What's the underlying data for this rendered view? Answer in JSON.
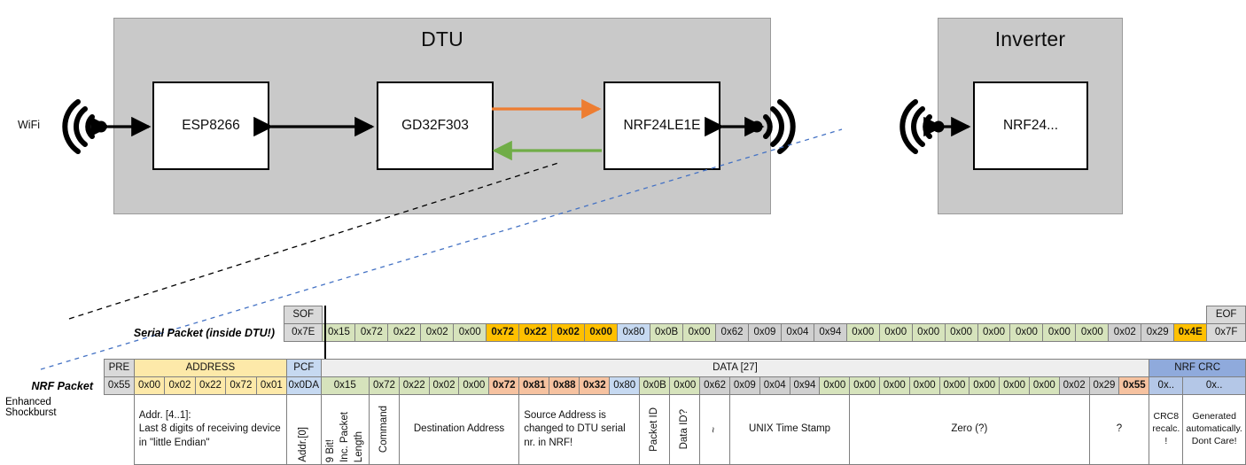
{
  "diagram": {
    "dtu": {
      "title": "DTU",
      "chips": [
        "ESP8266",
        "GD32F303",
        "NRF24LE1E"
      ],
      "wifi_label": "WiFi",
      "arrow_tx_color": "#ed7d31",
      "arrow_rx_color": "#70ad47"
    },
    "inverter": {
      "title": "Inverter",
      "chip": "NRF24..."
    }
  },
  "serial_packet": {
    "label": "Serial Packet (inside DTU!)",
    "headers": {
      "sof": "SOF",
      "eof": "EOF"
    },
    "sof_value": "0x7E",
    "eof_value": "0x7F",
    "bytes": [
      {
        "v": "0x15",
        "c": "green"
      },
      {
        "v": "0x72",
        "c": "green"
      },
      {
        "v": "0x22",
        "c": "green"
      },
      {
        "v": "0x02",
        "c": "green"
      },
      {
        "v": "0x00",
        "c": "green"
      },
      {
        "v": "0x72",
        "c": "amber"
      },
      {
        "v": "0x22",
        "c": "amber"
      },
      {
        "v": "0x02",
        "c": "amber"
      },
      {
        "v": "0x00",
        "c": "amber"
      },
      {
        "v": "0x80",
        "c": "blue"
      },
      {
        "v": "0x0B",
        "c": "green"
      },
      {
        "v": "0x00",
        "c": "green"
      },
      {
        "v": "0x62",
        "c": "gray"
      },
      {
        "v": "0x09",
        "c": "gray"
      },
      {
        "v": "0x04",
        "c": "gray"
      },
      {
        "v": "0x94",
        "c": "gray"
      },
      {
        "v": "0x00",
        "c": "green"
      },
      {
        "v": "0x00",
        "c": "green"
      },
      {
        "v": "0x00",
        "c": "green"
      },
      {
        "v": "0x00",
        "c": "green"
      },
      {
        "v": "0x00",
        "c": "green"
      },
      {
        "v": "0x00",
        "c": "green"
      },
      {
        "v": "0x00",
        "c": "green"
      },
      {
        "v": "0x00",
        "c": "green"
      },
      {
        "v": "0x02",
        "c": "gray"
      },
      {
        "v": "0x29",
        "c": "gray"
      },
      {
        "v": "0x4E",
        "c": "amber"
      }
    ]
  },
  "nrf_packet": {
    "label": "NRF Packet",
    "sublabel": "Enhanced Shockburst",
    "headers": {
      "pre": "PRE",
      "address": "ADDRESS",
      "pcf": "PCF",
      "data": "DATA [27]",
      "crc": "NRF CRC"
    },
    "pre_value": "0x55",
    "address_values": [
      "0x00",
      "0x02",
      "0x22",
      "0x72",
      "0x01"
    ],
    "pcf_value": "0x0DA",
    "crc_values": [
      "0x..",
      "0x.."
    ],
    "bytes": [
      {
        "v": "0x15",
        "c": "green"
      },
      {
        "v": "0x72",
        "c": "green"
      },
      {
        "v": "0x22",
        "c": "green"
      },
      {
        "v": "0x02",
        "c": "green"
      },
      {
        "v": "0x00",
        "c": "green"
      },
      {
        "v": "0x72",
        "c": "salmon"
      },
      {
        "v": "0x81",
        "c": "salmon"
      },
      {
        "v": "0x88",
        "c": "salmon"
      },
      {
        "v": "0x32",
        "c": "salmon"
      },
      {
        "v": "0x80",
        "c": "blue"
      },
      {
        "v": "0x0B",
        "c": "green"
      },
      {
        "v": "0x00",
        "c": "green"
      },
      {
        "v": "0x62",
        "c": "gray"
      },
      {
        "v": "0x09",
        "c": "gray"
      },
      {
        "v": "0x04",
        "c": "gray"
      },
      {
        "v": "0x94",
        "c": "gray"
      },
      {
        "v": "0x00",
        "c": "green"
      },
      {
        "v": "0x00",
        "c": "green"
      },
      {
        "v": "0x00",
        "c": "green"
      },
      {
        "v": "0x00",
        "c": "green"
      },
      {
        "v": "0x00",
        "c": "green"
      },
      {
        "v": "0x00",
        "c": "green"
      },
      {
        "v": "0x00",
        "c": "green"
      },
      {
        "v": "0x00",
        "c": "green"
      },
      {
        "v": "0x02",
        "c": "gray"
      },
      {
        "v": "0x29",
        "c": "gray"
      },
      {
        "v": "0x55",
        "c": "salmon"
      }
    ],
    "descriptions": {
      "address_block": "Addr. [4..1]:\nLast 8 digits of receiving device in \"little Endian\"",
      "addr0": "Addr.[0]",
      "pcf_a": "9 Bit!",
      "pcf_b": "Inc. Packet",
      "pcf_c": "Length",
      "command": "Command",
      "destination": "Destination Address",
      "source": "Source Address is changed to DTU serial nr. in NRF!",
      "packet_id": "Packet ID",
      "data_id": "Data ID?",
      "tilde": "~",
      "timestamp": "UNIX Time Stamp",
      "zero": "Zero (?)",
      "question": "?",
      "crc8": "CRC8 recalc. !",
      "crc_note": "Generated automatically. Dont Care!"
    }
  }
}
